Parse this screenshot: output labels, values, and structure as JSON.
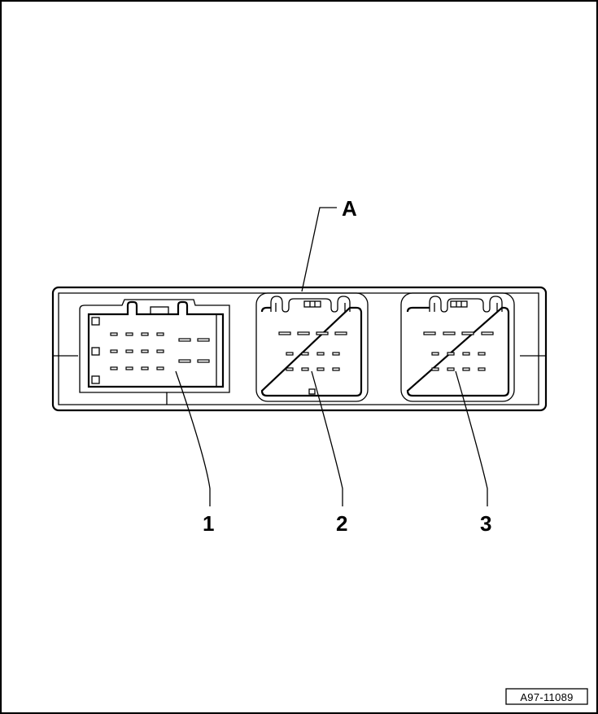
{
  "labels": {
    "A": "A",
    "connector_1": "1",
    "connector_2": "2",
    "connector_3": "3"
  },
  "reference_code": "A97-11089",
  "colors": {
    "line": "#000000",
    "background": "#ffffff"
  }
}
